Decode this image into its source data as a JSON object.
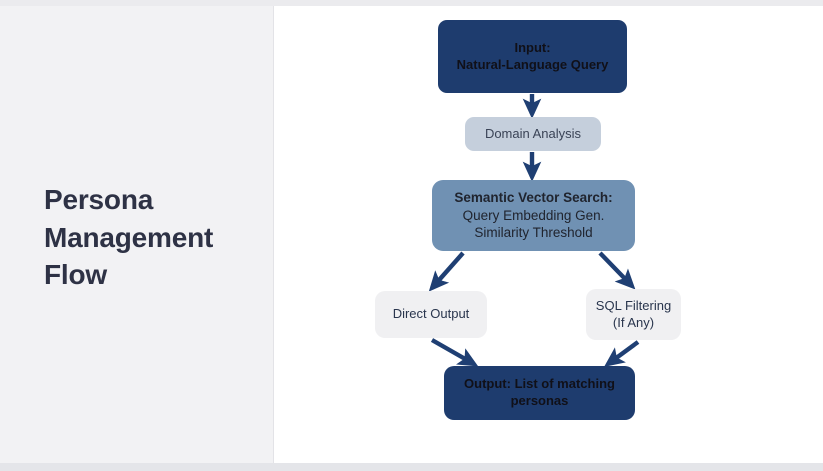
{
  "slide": {
    "title_lines": [
      "Persona",
      "Management",
      "Flow"
    ],
    "title_full": "Persona Management Flow"
  },
  "colors": {
    "navy": "#1e3c6e",
    "steel_blue": "#7091b3",
    "pale_blue": "#c5cfdc",
    "light_gray": "#f0f0f2",
    "sidebar_bg": "#f2f2f4",
    "title_text": "#2e3245",
    "arrow": "#1f3f73"
  },
  "diagram": {
    "type": "flowchart",
    "nodes": [
      {
        "id": "input",
        "lines": [
          "Input:",
          "Natural-Language Query"
        ],
        "style": "navy",
        "bold": true
      },
      {
        "id": "domain-analysis",
        "lines": [
          "Domain Analysis"
        ],
        "style": "pale-blue",
        "bold": false
      },
      {
        "id": "semantic-vector-search",
        "lines": [
          "Semantic Vector Search:",
          "Query Embedding Gen.",
          "Similarity Threshold"
        ],
        "style": "steel-blue",
        "bold_first_line": true
      },
      {
        "id": "direct-output",
        "lines": [
          "Direct Output"
        ],
        "style": "light-gray",
        "bold": false
      },
      {
        "id": "sql-filtering",
        "lines": [
          "SQL Filtering",
          "(If Any)"
        ],
        "style": "light-gray",
        "bold": false
      },
      {
        "id": "output",
        "lines": [
          "Output: List of matching",
          "personas"
        ],
        "style": "navy",
        "bold": true
      }
    ],
    "edges": [
      {
        "from": "input",
        "to": "domain-analysis",
        "direction": "down"
      },
      {
        "from": "domain-analysis",
        "to": "semantic-vector-search",
        "direction": "down"
      },
      {
        "from": "semantic-vector-search",
        "to": "direct-output",
        "direction": "down-left"
      },
      {
        "from": "semantic-vector-search",
        "to": "sql-filtering",
        "direction": "down-right"
      },
      {
        "from": "direct-output",
        "to": "output",
        "direction": "down-right"
      },
      {
        "from": "sql-filtering",
        "to": "output",
        "direction": "down-left"
      }
    ]
  }
}
